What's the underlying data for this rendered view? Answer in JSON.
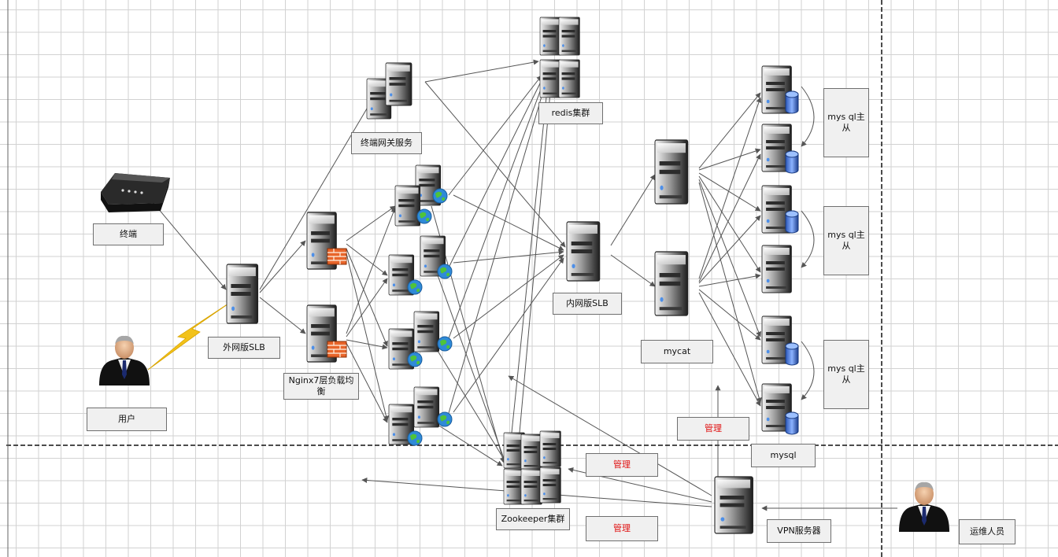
{
  "labels": {
    "terminal": "终端",
    "user": "用户",
    "outer_slb": "外网版SLB",
    "nginx": "Nginx7层负载均衡",
    "terminal_gateway": "终端网关服务",
    "redis": "redis集群",
    "inner_slb": "内网版SLB",
    "mycat": "mycat",
    "mysql_ms_1": "mys ql主从",
    "mysql_ms_2": "mys ql主从",
    "mysql_ms_3": "mys ql主从",
    "mysql": "mysql",
    "zookeeper": "Zookeeper集群",
    "vpn": "VPN服务器",
    "ops": "运维人员",
    "manage_1": "管理",
    "manage_2": "管理",
    "manage_3": "管理"
  },
  "colors": {
    "grid": "#d2d2d2",
    "arrow": "#555555",
    "manage_text": "#e01010",
    "lightning": "#f2c21a"
  },
  "icons": {
    "server": "server-tower-icon",
    "firewall": "firewall-icon",
    "globe": "globe-icon",
    "database": "database-icon",
    "router": "router-icon",
    "person": "person-icon"
  }
}
